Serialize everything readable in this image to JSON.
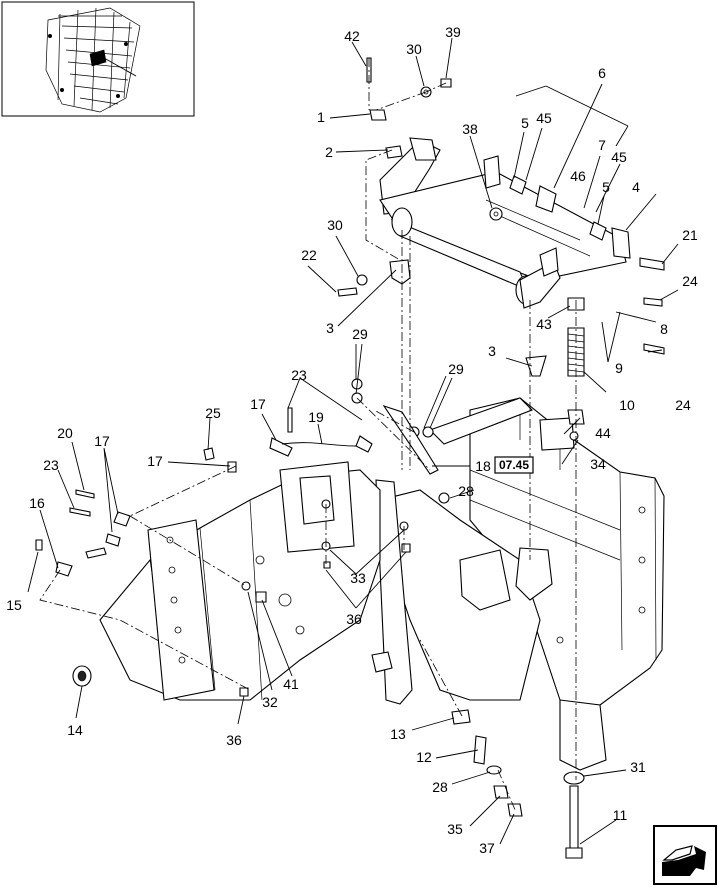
{
  "diagram": {
    "section_ref": "07.45",
    "callouts": [
      {
        "id": "c42",
        "label": "42"
      },
      {
        "id": "c30a",
        "label": "30"
      },
      {
        "id": "c39",
        "label": "39"
      },
      {
        "id": "c6",
        "label": "6"
      },
      {
        "id": "c1",
        "label": "1"
      },
      {
        "id": "c5a",
        "label": "5"
      },
      {
        "id": "c45a",
        "label": "45"
      },
      {
        "id": "c38",
        "label": "38"
      },
      {
        "id": "c7",
        "label": "7"
      },
      {
        "id": "c45b",
        "label": "45"
      },
      {
        "id": "c2",
        "label": "2"
      },
      {
        "id": "c46",
        "label": "46"
      },
      {
        "id": "c5b",
        "label": "5"
      },
      {
        "id": "c4",
        "label": "4"
      },
      {
        "id": "c30b",
        "label": "30"
      },
      {
        "id": "c22",
        "label": "22"
      },
      {
        "id": "c21",
        "label": "21"
      },
      {
        "id": "c24a",
        "label": "24"
      },
      {
        "id": "c3a",
        "label": "3"
      },
      {
        "id": "c43",
        "label": "43"
      },
      {
        "id": "c8",
        "label": "8"
      },
      {
        "id": "c29a",
        "label": "29"
      },
      {
        "id": "c3b",
        "label": "3"
      },
      {
        "id": "c9",
        "label": "9"
      },
      {
        "id": "c24b",
        "label": "24"
      },
      {
        "id": "c23a",
        "label": "23"
      },
      {
        "id": "c29b",
        "label": "29"
      },
      {
        "id": "c10",
        "label": "10"
      },
      {
        "id": "c25",
        "label": "25"
      },
      {
        "id": "c17a",
        "label": "17"
      },
      {
        "id": "c19",
        "label": "19"
      },
      {
        "id": "c44",
        "label": "44"
      },
      {
        "id": "c20",
        "label": "20"
      },
      {
        "id": "c17b",
        "label": "17"
      },
      {
        "id": "c34",
        "label": "34"
      },
      {
        "id": "c17c",
        "label": "17"
      },
      {
        "id": "c18",
        "label": "18"
      },
      {
        "id": "c23b",
        "label": "23"
      },
      {
        "id": "c28a",
        "label": "28"
      },
      {
        "id": "c16",
        "label": "16"
      },
      {
        "id": "c33",
        "label": "33"
      },
      {
        "id": "c15",
        "label": "15"
      },
      {
        "id": "c36a",
        "label": "36"
      },
      {
        "id": "c41",
        "label": "41"
      },
      {
        "id": "c32",
        "label": "32"
      },
      {
        "id": "c14",
        "label": "14"
      },
      {
        "id": "c36b",
        "label": "36"
      },
      {
        "id": "c13",
        "label": "13"
      },
      {
        "id": "c12",
        "label": "12"
      },
      {
        "id": "c31",
        "label": "31"
      },
      {
        "id": "c28b",
        "label": "28"
      },
      {
        "id": "c35",
        "label": "35"
      },
      {
        "id": "c11",
        "label": "11"
      },
      {
        "id": "c37",
        "label": "37"
      }
    ]
  }
}
